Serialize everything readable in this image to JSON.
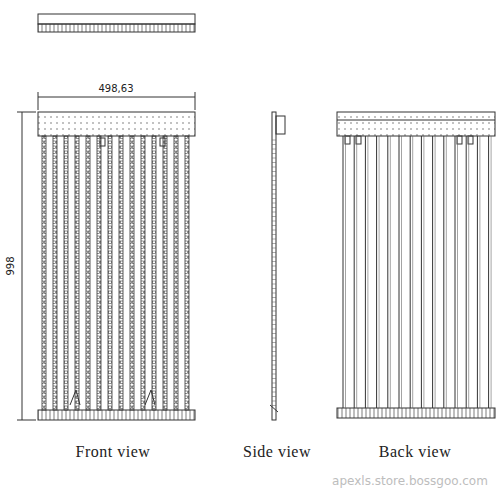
{
  "diagram": {
    "labels": [
      "498,63",
      "998",
      "Front view",
      "Side view",
      "Back view",
      "apexls.store.bossgoo.com"
    ]
  }
}
